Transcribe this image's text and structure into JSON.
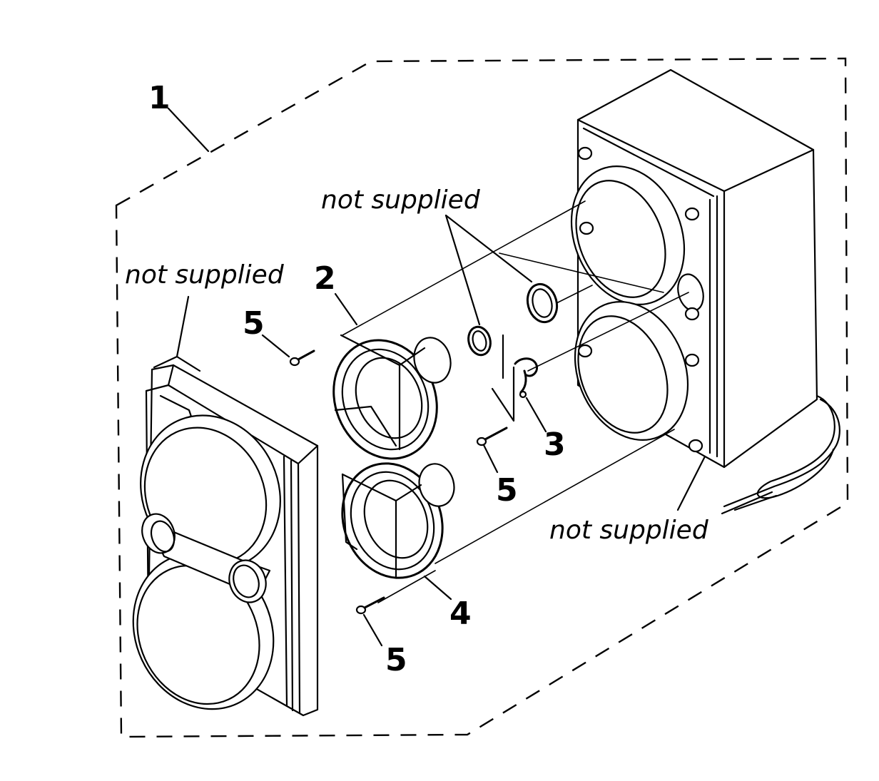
{
  "diagram": {
    "title": "Speaker exploded parts view",
    "callouts": [
      {
        "id": "1",
        "label": "1",
        "part": "speaker assembly (dashed boundary)"
      },
      {
        "id": "2",
        "label": "2",
        "part": "upper woofer"
      },
      {
        "id": "3",
        "label": "3",
        "part": "clip / bracket"
      },
      {
        "id": "4",
        "label": "4",
        "part": "lower woofer"
      },
      {
        "id": "5a",
        "label": "5",
        "part": "screw (upper woofer)"
      },
      {
        "id": "5b",
        "label": "5",
        "part": "screw (bracket)"
      },
      {
        "id": "5c",
        "label": "5",
        "part": "screw (lower woofer)"
      }
    ],
    "notes": [
      {
        "id": "front-grille",
        "text": "not supplied"
      },
      {
        "id": "tweeters",
        "text": "not supplied"
      },
      {
        "id": "cabinet",
        "text": "not supplied"
      }
    ]
  }
}
